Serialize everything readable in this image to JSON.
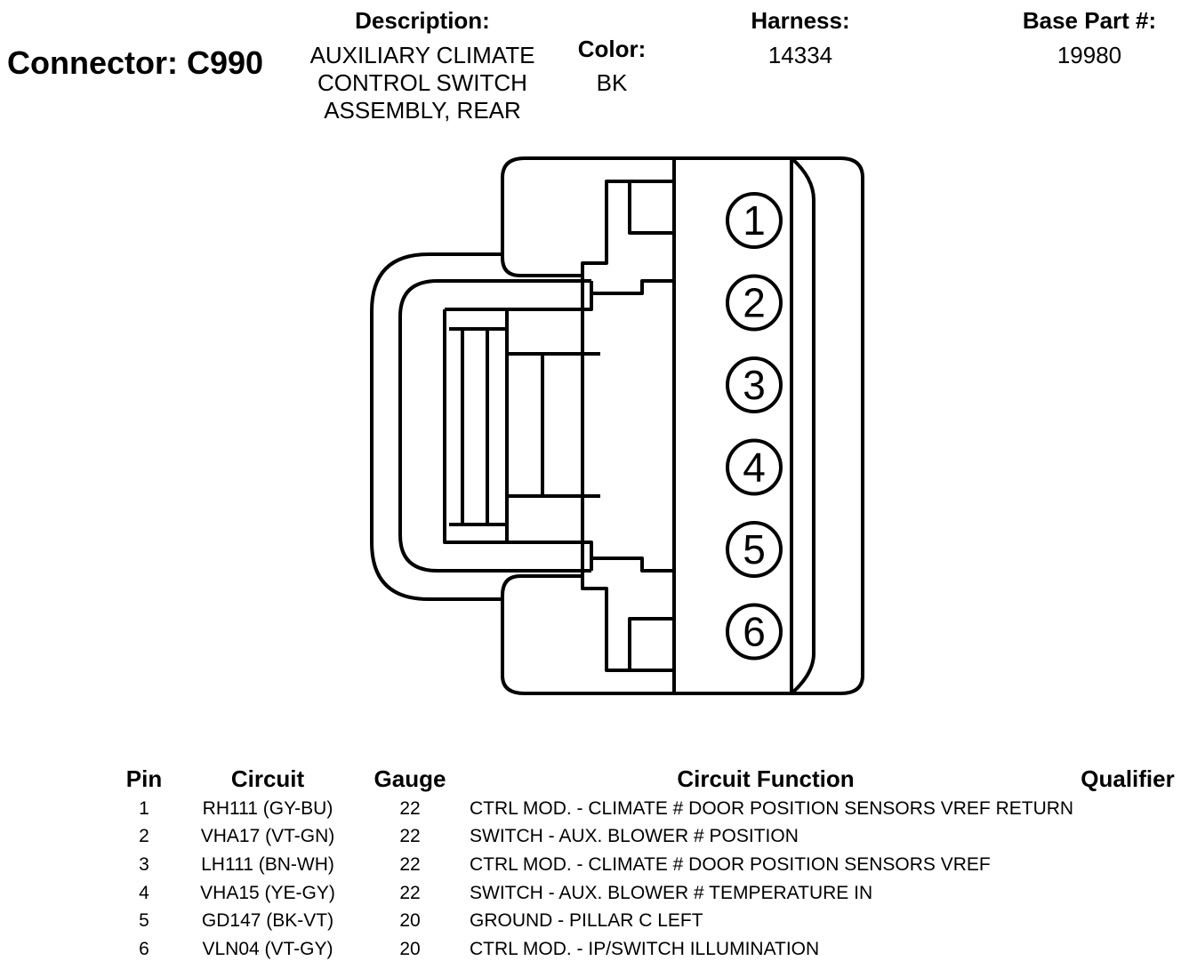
{
  "connector": {
    "label": "Connector: C990"
  },
  "description": {
    "header": "Description:",
    "lines": [
      "AUXILIARY CLIMATE",
      "CONTROL SWITCH",
      "ASSEMBLY, REAR"
    ]
  },
  "color": {
    "header": "Color:",
    "value": "BK"
  },
  "harness": {
    "header": "Harness:",
    "value": "14334"
  },
  "base_part": {
    "header": "Base Part #:",
    "value": "19980"
  },
  "diagram": {
    "pin_numbers": [
      "1",
      "2",
      "3",
      "4",
      "5",
      "6"
    ]
  },
  "pin_table": {
    "headers": {
      "pin": "Pin",
      "circuit": "Circuit",
      "gauge": "Gauge",
      "function": "Circuit Function",
      "qualifier": "Qualifier"
    },
    "rows": [
      {
        "pin": "1",
        "circuit": "RH111 (GY-BU)",
        "gauge": "22",
        "function": "CTRL MOD. - CLIMATE # DOOR POSITION SENSORS VREF RETURN",
        "qualifier": ""
      },
      {
        "pin": "2",
        "circuit": "VHA17 (VT-GN)",
        "gauge": "22",
        "function": "SWITCH - AUX. BLOWER # POSITION",
        "qualifier": ""
      },
      {
        "pin": "3",
        "circuit": "LH111 (BN-WH)",
        "gauge": "22",
        "function": "CTRL MOD. - CLIMATE # DOOR POSITION SENSORS VREF",
        "qualifier": ""
      },
      {
        "pin": "4",
        "circuit": "VHA15 (YE-GY)",
        "gauge": "22",
        "function": "SWITCH - AUX. BLOWER # TEMPERATURE IN",
        "qualifier": ""
      },
      {
        "pin": "5",
        "circuit": "GD147 (BK-VT)",
        "gauge": "20",
        "function": "GROUND - PILLAR C LEFT",
        "qualifier": ""
      },
      {
        "pin": "6",
        "circuit": "VLN04 (VT-GY)",
        "gauge": "20",
        "function": "CTRL MOD. - IP/SWITCH ILLUMINATION",
        "qualifier": ""
      }
    ]
  }
}
